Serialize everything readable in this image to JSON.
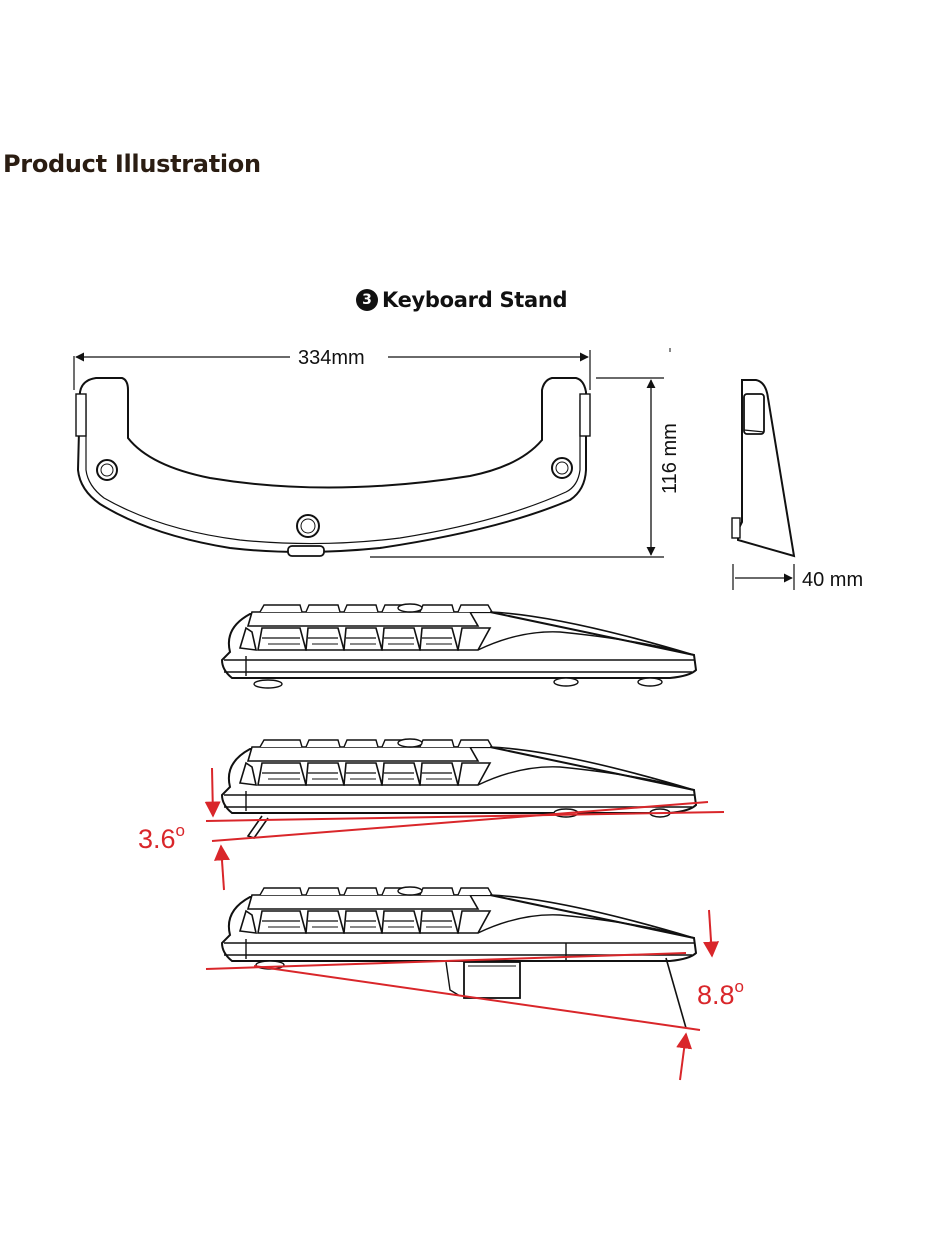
{
  "page": {
    "heading": "Product Illustration",
    "section_number": "3",
    "section_title": "Keyboard Stand"
  },
  "dimensions": {
    "width": "334mm",
    "height": "116 mm",
    "depth": "40 mm"
  },
  "angles": {
    "low": "3.6",
    "high": "8.8",
    "degree_symbol": "o"
  },
  "colors": {
    "line": "#111111",
    "accent_red": "#d9262a"
  }
}
